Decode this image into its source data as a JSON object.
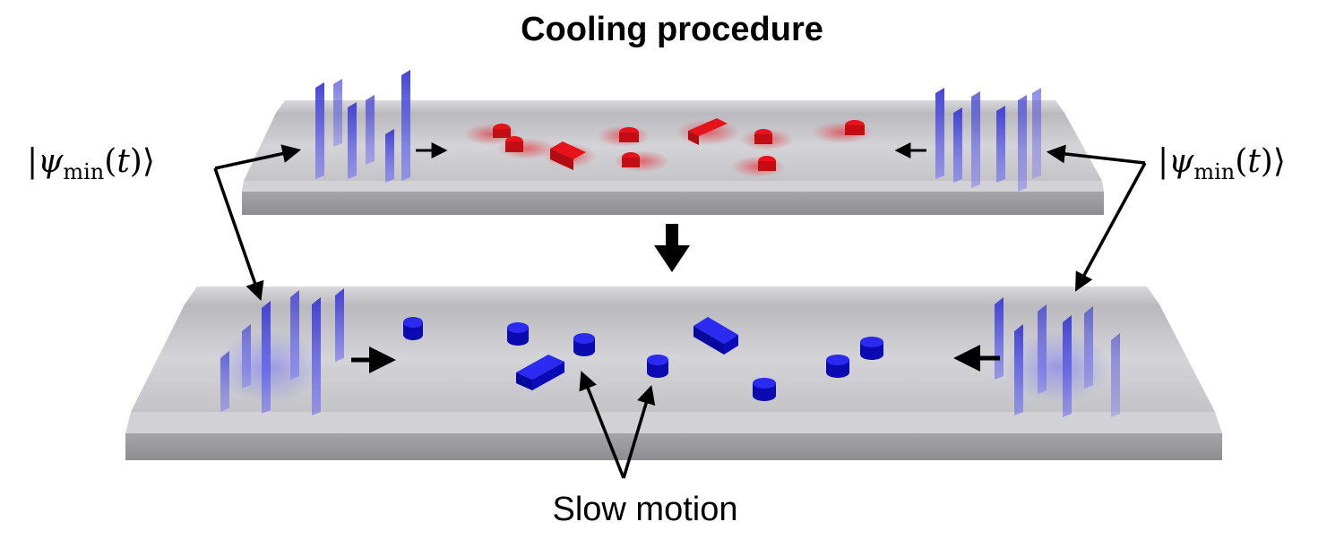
{
  "title": "Cooling procedure",
  "labels": {
    "state_left": {
      "bar": "|",
      "psi": "ψ",
      "sub": "min",
      "open": "(",
      "t": "t",
      "close": ")",
      "ket": "⟩"
    },
    "state_right": {
      "bar": "|",
      "psi": "ψ",
      "sub": "min",
      "open": "(",
      "t": "t",
      "close": ")",
      "ket": "⟩"
    },
    "caption": "Slow motion"
  },
  "colors": {
    "hot_particles": "#e8121b",
    "cold_particles": "#1010e0",
    "barrier": "#4a4ad8",
    "channel": "#c8c8cc"
  },
  "icons": {
    "transition": "down-arrow-icon",
    "push": "right-arrow-icon",
    "pull": "left-arrow-icon"
  }
}
